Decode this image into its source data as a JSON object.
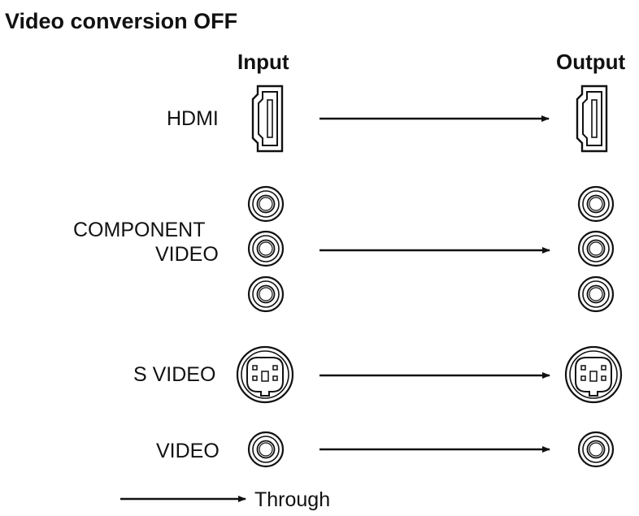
{
  "title": "Video conversion OFF",
  "columns": {
    "input": "Input",
    "output": "Output"
  },
  "rows": [
    {
      "label": "HDMI",
      "connector": "hdmi-port",
      "jacks": 1
    },
    {
      "label_lines": [
        "COMPONENT",
        "VIDEO"
      ],
      "connector": "rca-jack",
      "jacks": 3
    },
    {
      "label": "S VIDEO",
      "connector": "s-video-jack",
      "jacks": 1
    },
    {
      "label": "VIDEO",
      "connector": "rca-jack",
      "jacks": 1
    }
  ],
  "legend": {
    "label": "Through"
  },
  "colors": {
    "line": "#111111",
    "background": "#ffffff"
  }
}
